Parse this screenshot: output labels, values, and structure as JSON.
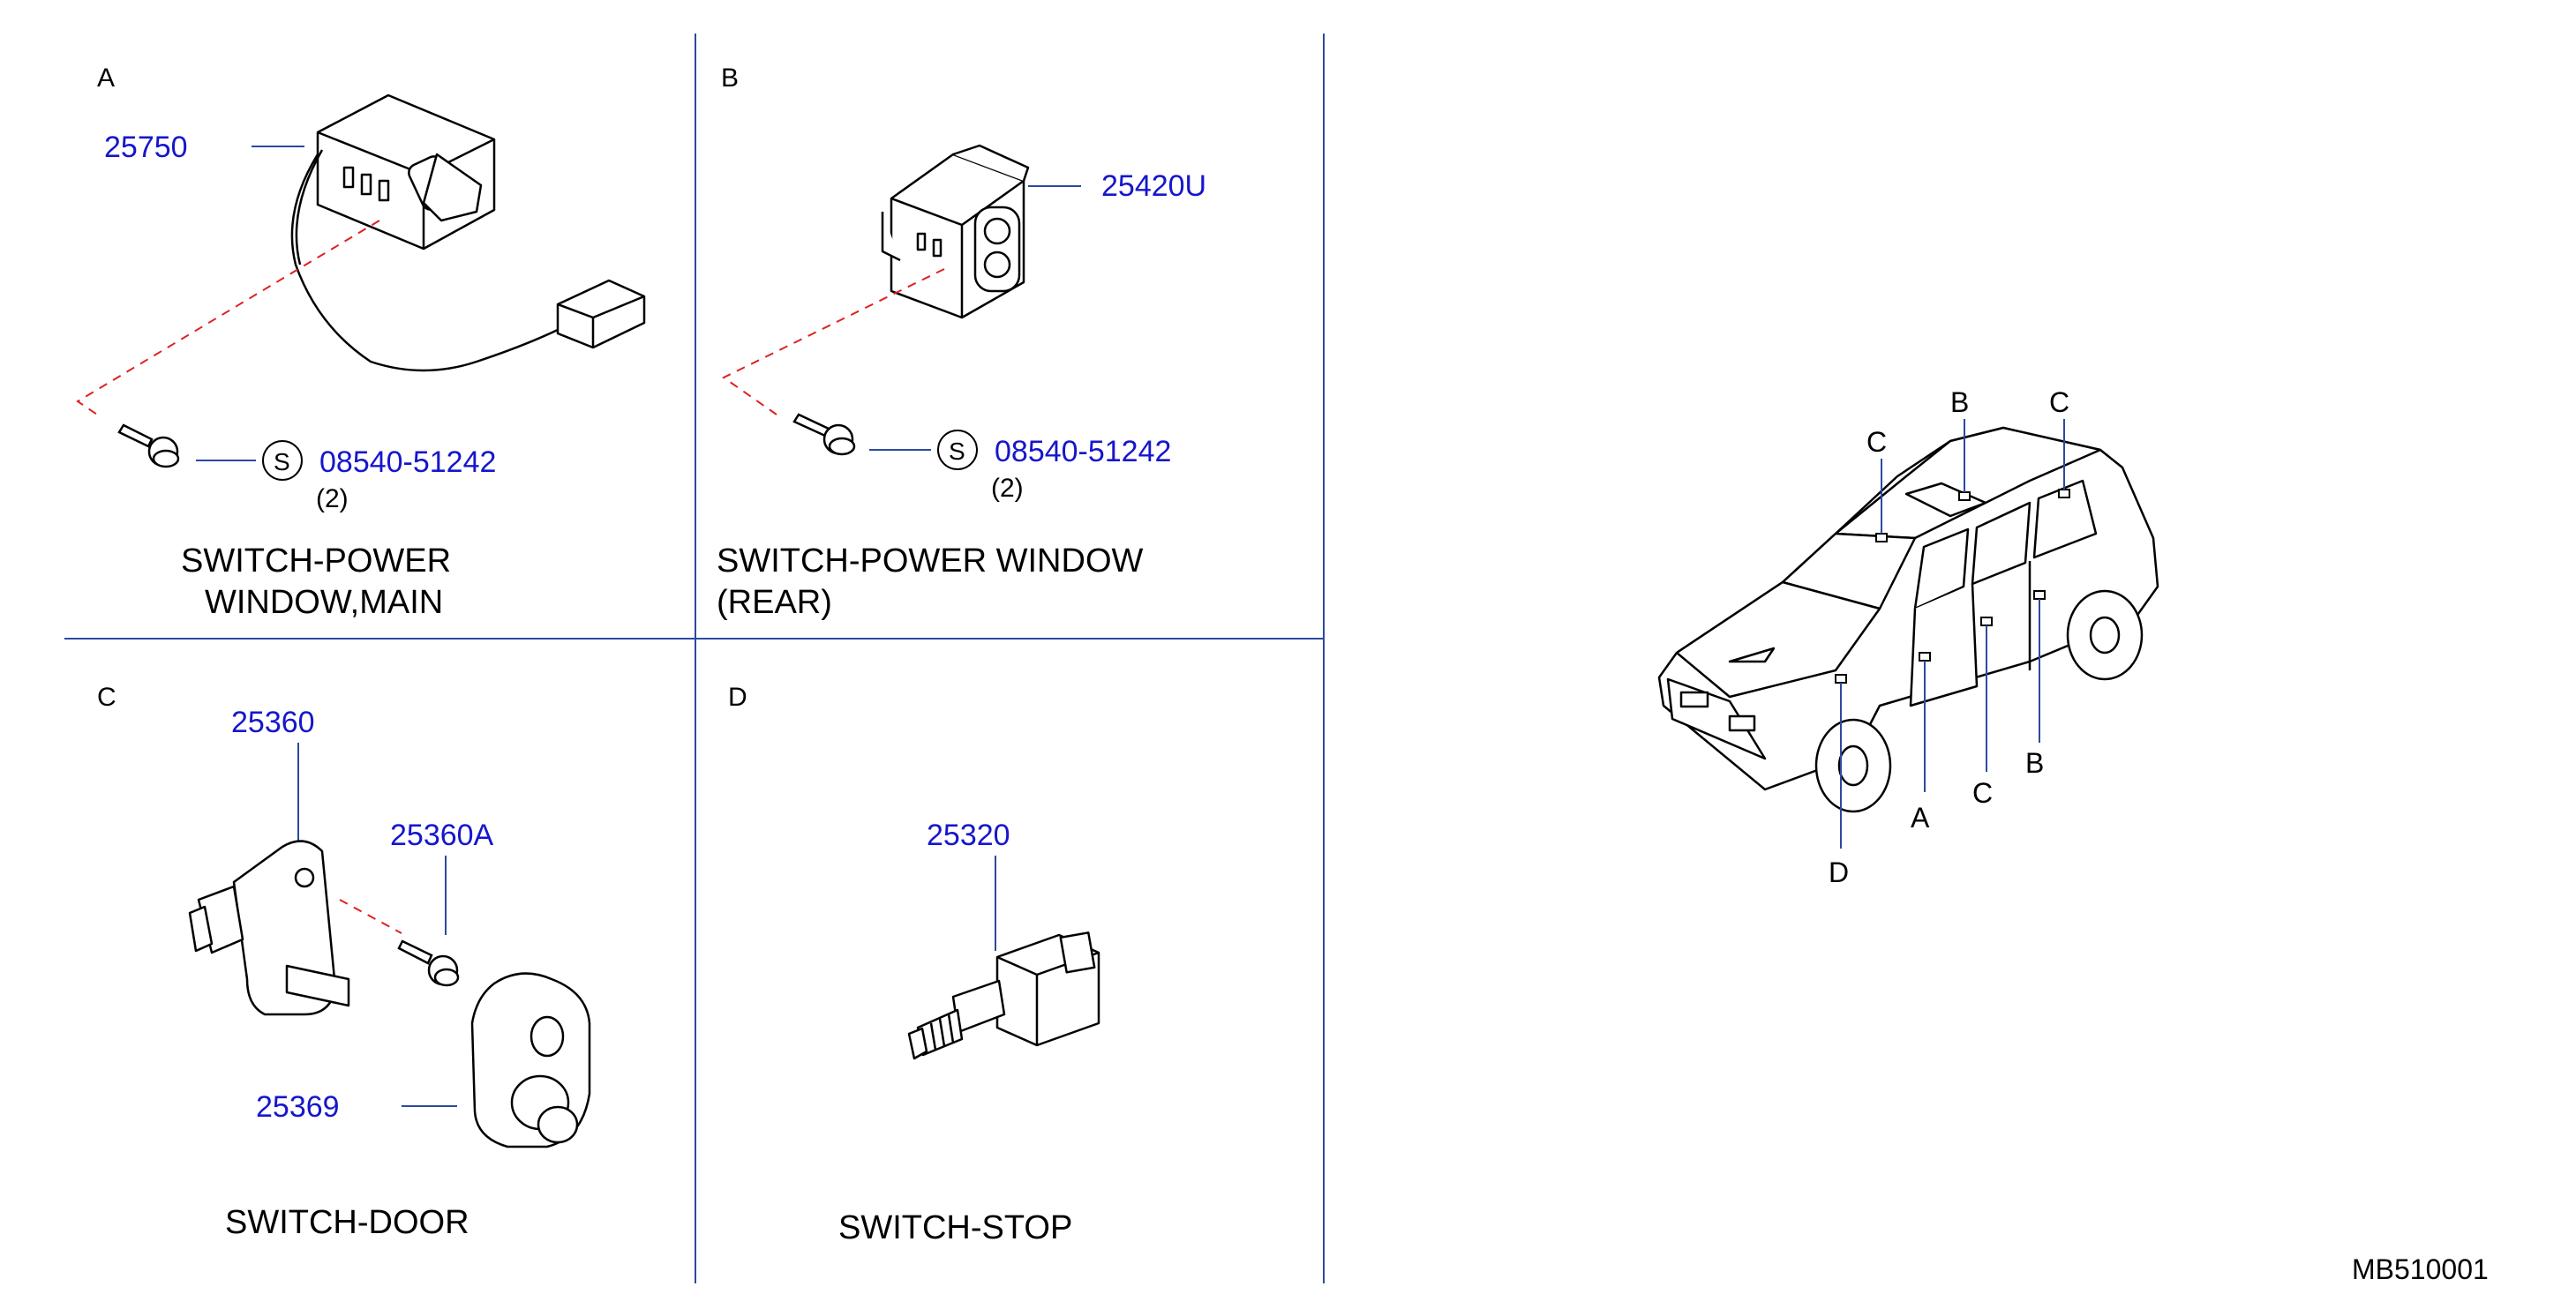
{
  "sections": {
    "a": {
      "letter": "A",
      "part_main": "25750",
      "part_bolt": "08540-51242",
      "bolt_symbol": "S",
      "bolt_qty": "(2)",
      "caption_line1": "SWITCH-POWER",
      "caption_line2": "WINDOW,MAIN"
    },
    "b": {
      "letter": "B",
      "part_main": "25420U",
      "part_bolt": "08540-51242",
      "bolt_symbol": "S",
      "bolt_qty": "(2)",
      "caption_line1": "SWITCH-POWER  WINDOW",
      "caption_line2": "(REAR)"
    },
    "c": {
      "letter": "C",
      "part_switch": "25360",
      "part_bolt": "25360A",
      "part_pad": "25369",
      "caption": "SWITCH-DOOR"
    },
    "d": {
      "letter": "D",
      "part_switch": "25320",
      "caption": "SWITCH-STOP"
    }
  },
  "vehicle_callouts": {
    "top_left_c": "C",
    "top_b": "B",
    "top_right_c": "C",
    "bottom_d": "D",
    "bottom_a": "A",
    "bottom_c": "C",
    "bottom_b": "B"
  },
  "diagram_code": "MB510001",
  "colors": {
    "part_number": "#1616cc",
    "divider": "#2b4aa0",
    "phantom_line": "#e02020"
  }
}
